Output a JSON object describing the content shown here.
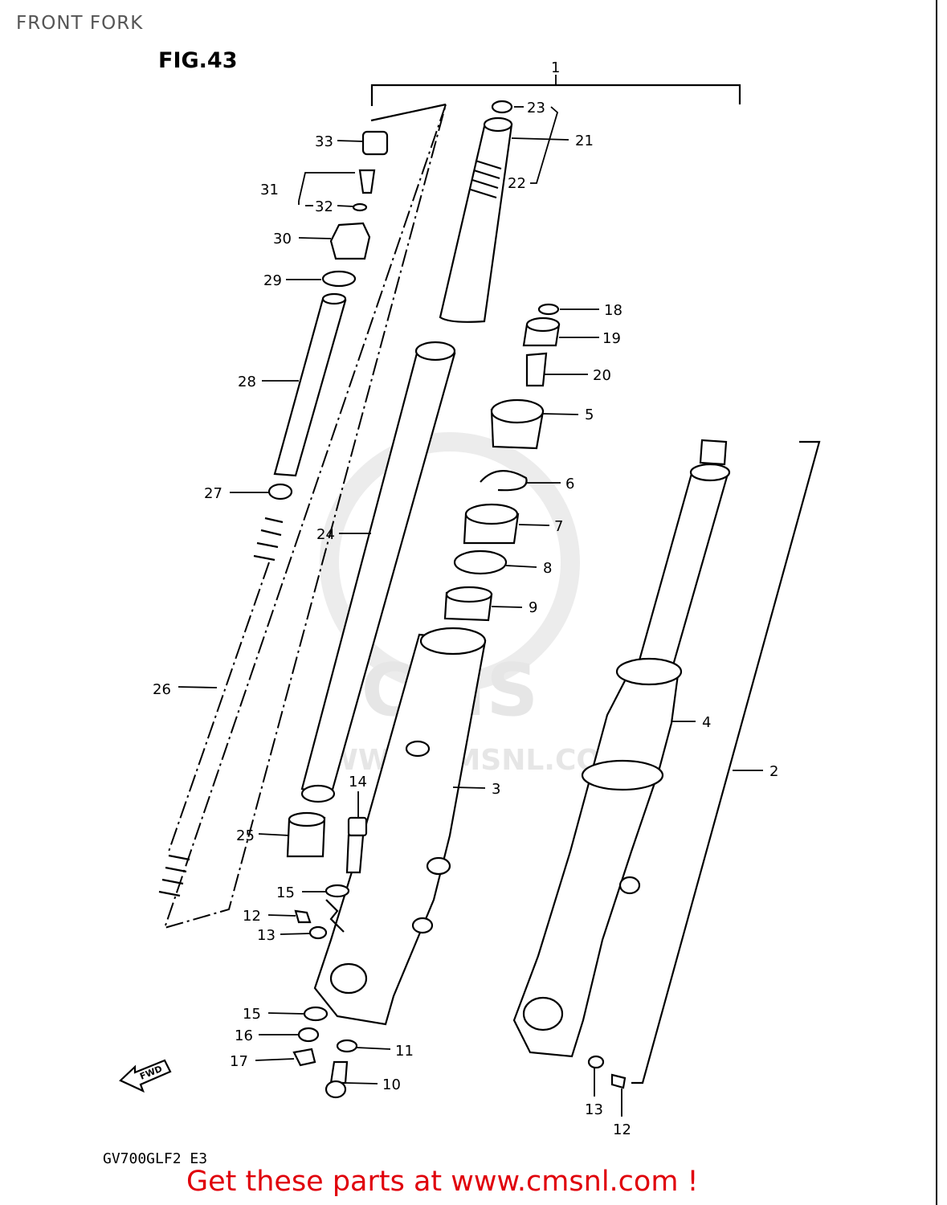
{
  "header": {
    "title": "FRONT FORK"
  },
  "figure": {
    "label": "FIG.43",
    "model_code": "GV700GLF2 E3"
  },
  "watermark": {
    "brand": "CMS",
    "url": "WWW.CMSNL.COM"
  },
  "fwd_label": "FWD",
  "promo": "Get these parts at www.cmsnl.com !",
  "callouts": [
    "1",
    "2",
    "3",
    "4",
    "5",
    "6",
    "7",
    "8",
    "9",
    "10",
    "11",
    "12",
    "12",
    "13",
    "13",
    "14",
    "15",
    "15",
    "16",
    "17",
    "18",
    "19",
    "20",
    "21",
    "22",
    "23",
    "24",
    "25",
    "26",
    "27",
    "28",
    "29",
    "30",
    "31",
    "32",
    "33"
  ]
}
